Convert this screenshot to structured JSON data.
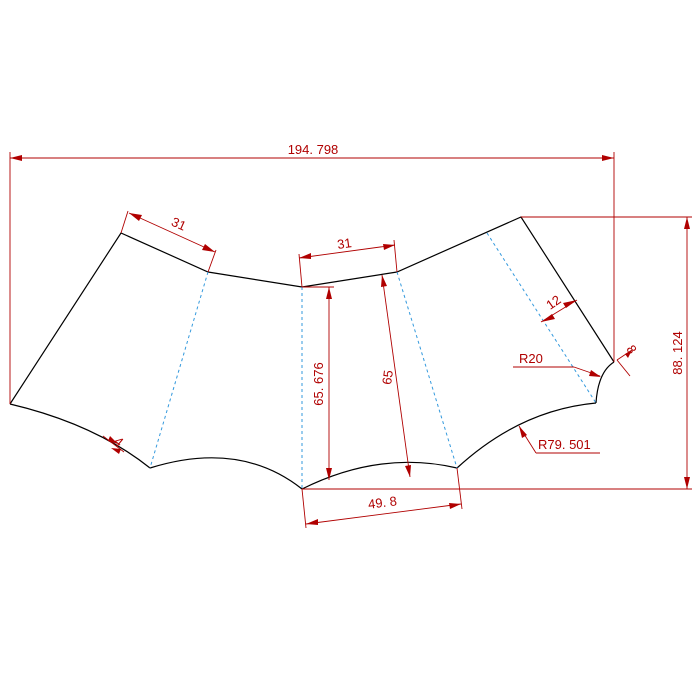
{
  "colors": {
    "outline": "#000000",
    "dimension": "#b00000",
    "fold_line": "#3399dd",
    "background": "#ffffff"
  },
  "dimensions": {
    "overall_width": "194. 798",
    "overall_height": "88. 124",
    "top_edge_left": "31",
    "top_edge_middle": "31",
    "center_height": "65. 676",
    "slant_height": "65",
    "bottom_width": "49. 8",
    "tab_width": "12",
    "tab_small": "8",
    "radius_small": "R20",
    "radius_large": "R79. 501",
    "small_left": "4"
  }
}
